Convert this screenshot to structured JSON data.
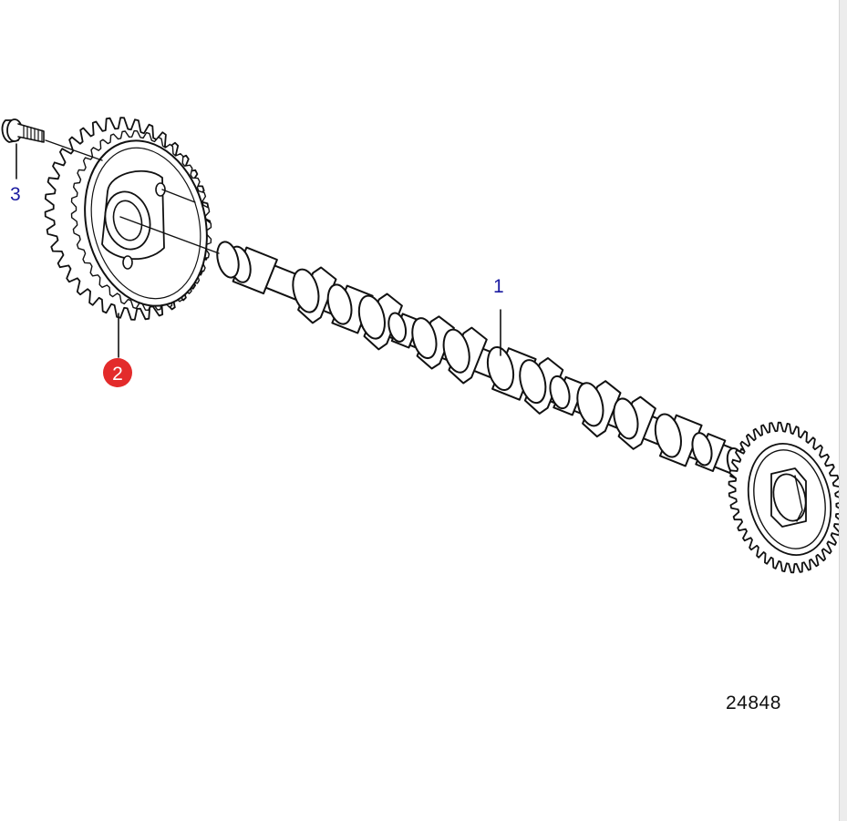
{
  "diagram": {
    "number": "24848",
    "callouts": [
      {
        "label": "1",
        "color": "#1a1aa0",
        "highlighted": false
      },
      {
        "label": "2",
        "color": "#ffffff",
        "badge_color": "#e32b2b",
        "highlighted": true
      },
      {
        "label": "3",
        "color": "#1a1aa0",
        "highlighted": false
      }
    ]
  },
  "colors": {
    "line": "#111111",
    "fill": "#ffffff",
    "shade": "#d8d8d8",
    "highlight": "#e32b2b"
  }
}
